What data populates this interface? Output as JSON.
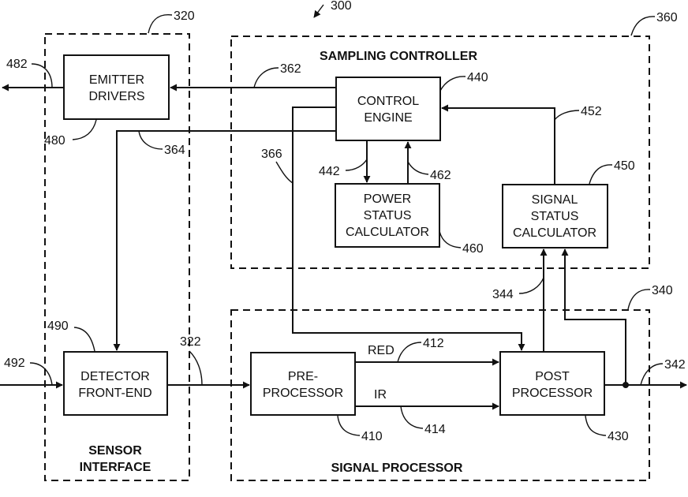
{
  "figure_number": "300",
  "groups": {
    "sensor_interface": {
      "ref": "320",
      "label_lines": [
        "SENSOR",
        "INTERFACE"
      ]
    },
    "sampling_controller": {
      "ref": "360",
      "label": "SAMPLING CONTROLLER"
    },
    "signal_processor": {
      "ref": "340",
      "label": "SIGNAL PROCESSOR"
    }
  },
  "blocks": {
    "emitter_drivers": {
      "ref": "480",
      "lines": [
        "EMITTER",
        "DRIVERS"
      ]
    },
    "detector_front_end": {
      "ref": "490",
      "lines": [
        "DETECTOR",
        "FRONT-END"
      ]
    },
    "control_engine": {
      "ref": "440",
      "lines": [
        "CONTROL",
        "ENGINE"
      ]
    },
    "power_status_calculator": {
      "ref": "460",
      "lines": [
        "POWER",
        "STATUS",
        "CALCULATOR"
      ]
    },
    "signal_status_calculator": {
      "ref": "450",
      "lines": [
        "SIGNAL",
        "STATUS",
        "CALCULATOR"
      ]
    },
    "pre_processor": {
      "ref": "410",
      "lines": [
        "PRE-",
        "PROCESSOR"
      ]
    },
    "post_processor": {
      "ref": "430",
      "lines": [
        "POST",
        "PROCESSOR"
      ]
    }
  },
  "signals": {
    "emitter_output": "482",
    "detector_input": "492",
    "controller_to_emitter": "362",
    "controller_to_detector": "364",
    "controller_to_post": "366",
    "detector_to_pre": "322",
    "red": {
      "ref": "412",
      "label": "RED"
    },
    "ir": {
      "ref": "414",
      "label": "IR"
    },
    "post_to_signal_status": "344",
    "signal_status_to_control": "452",
    "control_to_power": "442",
    "power_to_control": "462",
    "processor_output": "342"
  }
}
